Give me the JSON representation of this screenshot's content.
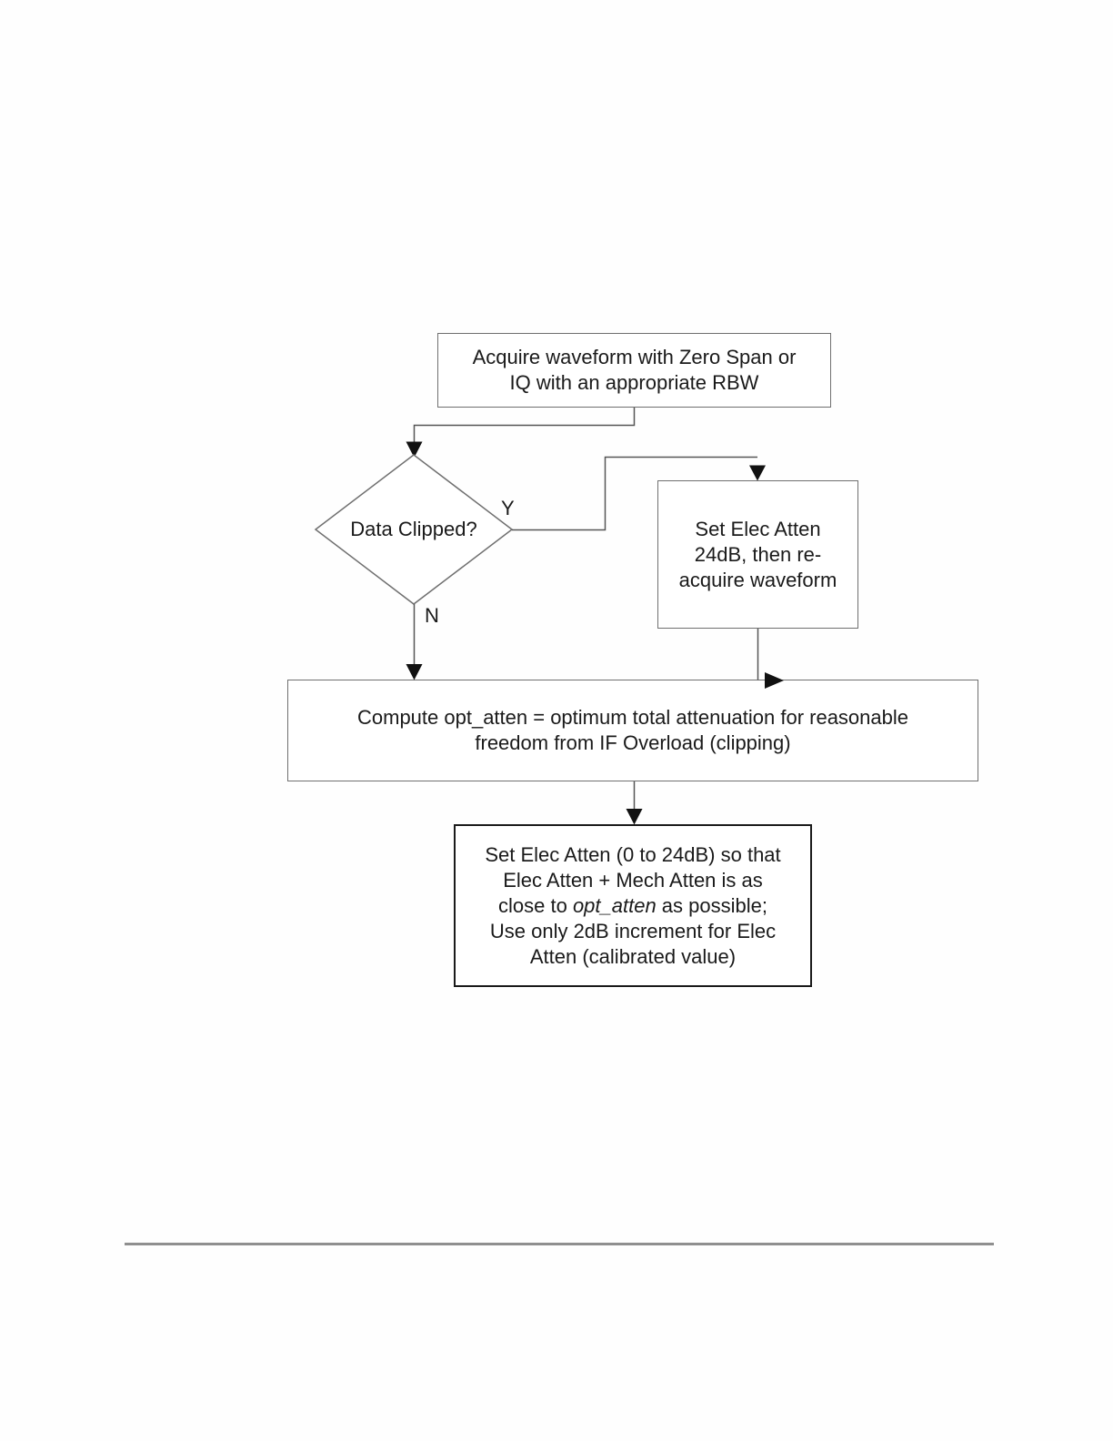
{
  "palette": {
    "page_background": "#fefefe",
    "box_border": "#6f6f6f",
    "emphasis_box_border": "#1a1a1a",
    "connector_line": "#555555",
    "arrowhead": "#111111",
    "text": "#1a1a1a",
    "divider": "#8f8f8f"
  },
  "flowchart": {
    "acquire_box": {
      "lines": [
        "Acquire waveform with Zero Span or",
        "IQ with an appropriate RBW"
      ]
    },
    "decision": {
      "label": "Data Clipped?",
      "yes_label": "Y",
      "no_label": "N"
    },
    "elec24_box": {
      "lines": [
        "Set Elec Atten",
        "24dB, then re-",
        "acquire waveform"
      ]
    },
    "compute_box": {
      "lines": [
        "Compute opt_atten = optimum total attenuation for reasonable",
        "freedom from IF Overload (clipping)"
      ]
    },
    "set_elec_box": {
      "line1": "Set Elec Atten (0 to 24dB) so that",
      "line2": "Elec Atten + Mech Atten is as",
      "line3_prefix": "close to ",
      "line3_italic": "opt_atten",
      "line3_suffix": " as possible;",
      "line4": "Use only 2dB increment for Elec",
      "line5": "Atten (calibrated value)"
    }
  }
}
